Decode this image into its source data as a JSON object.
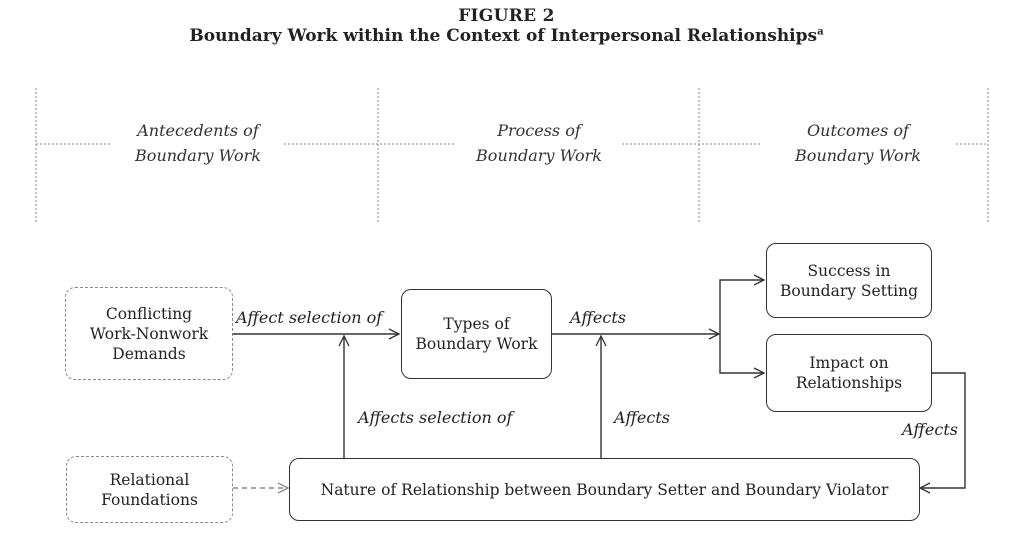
{
  "figure": {
    "label": "FIGURE 2",
    "title": "Boundary Work within the Context of Interpersonal Relationships",
    "title_footnote": "a"
  },
  "stages": [
    {
      "line1": "Antecedents of",
      "line2": "Boundary Work"
    },
    {
      "line1": "Process of",
      "line2": "Boundary Work"
    },
    {
      "line1": "Outcomes of",
      "line2": "Boundary Work"
    }
  ],
  "nodes": {
    "conflicting_demands": {
      "line1": "Conflicting",
      "line2": "Work-Nonwork",
      "line3": "Demands"
    },
    "types_of_boundary_work": {
      "line1": "Types of",
      "line2": "Boundary Work"
    },
    "success": {
      "line1": "Success in",
      "line2": "Boundary Setting"
    },
    "impact": {
      "line1": "Impact on",
      "line2": "Relationships"
    },
    "relational_foundations": {
      "line1": "Relational",
      "line2": "Foundations"
    },
    "nature_of_relationship": "Nature of Relationship between Boundary Setter and Boundary Violator"
  },
  "edges": {
    "affect_selection_of": "Affect selection of",
    "affects_top": "Affects",
    "affects_selection_of": "Affects selection of",
    "affects_middle": "Affects",
    "affects_right": "Affects"
  }
}
